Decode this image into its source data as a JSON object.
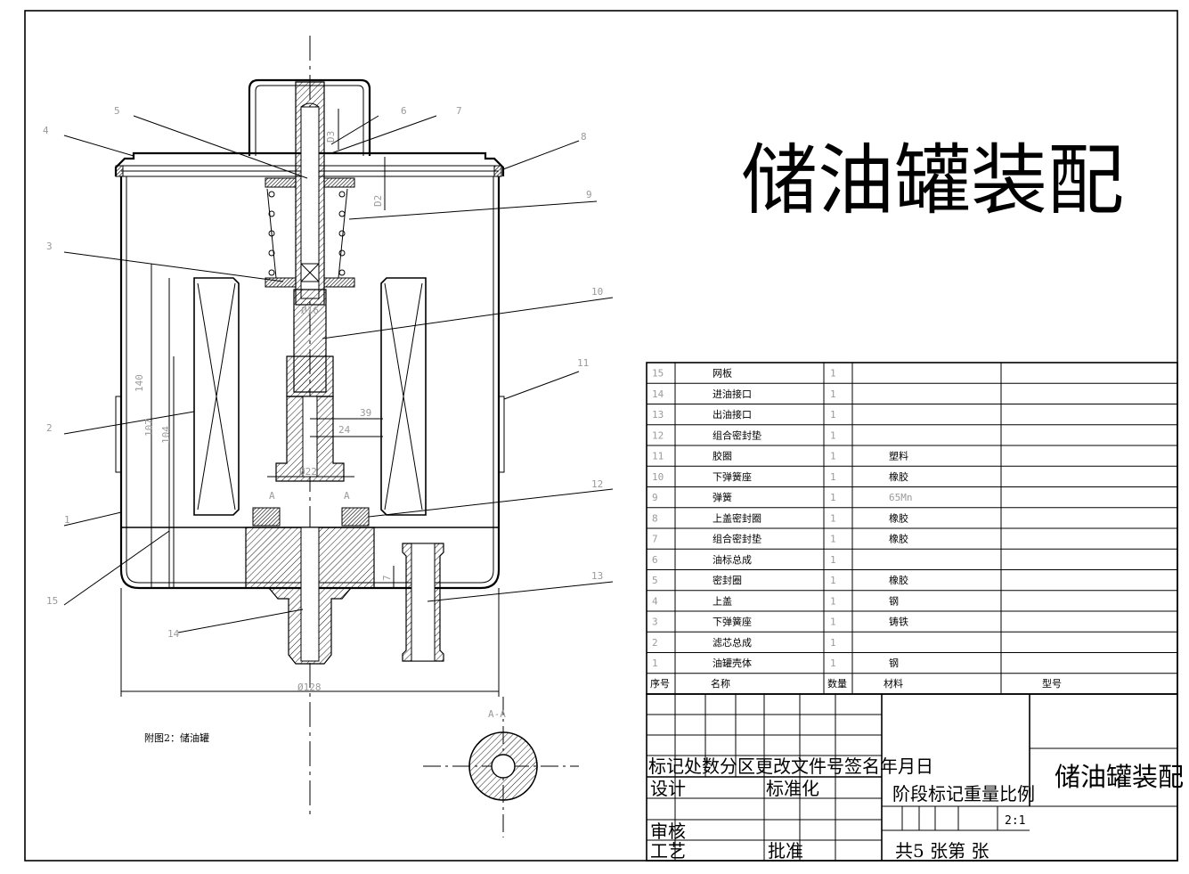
{
  "drawing": {
    "title": "储油罐装配",
    "caption": "附图2：储油罐",
    "section_label": "A-A",
    "section_markers": [
      "A",
      "A"
    ],
    "leaders": [
      "1",
      "2",
      "3",
      "4",
      "5",
      "6",
      "7",
      "8",
      "9",
      "10",
      "11",
      "12",
      "13",
      "14",
      "15"
    ],
    "dimensions": [
      "D3",
      "D2",
      "140",
      "104",
      "107",
      "39",
      "24",
      "Ø16",
      "Ø22",
      "Ø128",
      "7"
    ]
  },
  "bom": {
    "rows": [
      {
        "no": "15",
        "name": "网板",
        "qty": "1",
        "material": "",
        "type": ""
      },
      {
        "no": "14",
        "name": "进油接口",
        "qty": "1",
        "material": "",
        "type": ""
      },
      {
        "no": "13",
        "name": "出油接口",
        "qty": "1",
        "material": "",
        "type": ""
      },
      {
        "no": "12",
        "name": "组合密封垫",
        "qty": "1",
        "material": "",
        "type": ""
      },
      {
        "no": "11",
        "name": "胶圈",
        "qty": "1",
        "material": "塑料",
        "type": ""
      },
      {
        "no": "10",
        "name": "下弹簧座",
        "qty": "1",
        "material": "橡胶",
        "type": ""
      },
      {
        "no": "9",
        "name": "弹簧",
        "qty": "1",
        "material": "65Mn",
        "type": ""
      },
      {
        "no": "8",
        "name": "上盖密封圈",
        "qty": "1",
        "material": "橡胶",
        "type": ""
      },
      {
        "no": "7",
        "name": "组合密封垫",
        "qty": "1",
        "material": "橡胶",
        "type": ""
      },
      {
        "no": "6",
        "name": "油标总成",
        "qty": "1",
        "material": "",
        "type": ""
      },
      {
        "no": "5",
        "name": "密封圈",
        "qty": "1",
        "material": "橡胶",
        "type": ""
      },
      {
        "no": "4",
        "name": "上盖",
        "qty": "1",
        "material": "钢",
        "type": ""
      },
      {
        "no": "3",
        "name": "下弹簧座",
        "qty": "1",
        "material": "铸铁",
        "type": ""
      },
      {
        "no": "2",
        "name": "滤芯总成",
        "qty": "1",
        "material": "",
        "type": ""
      },
      {
        "no": "1",
        "name": "油罐壳体",
        "qty": "1",
        "material": "钢",
        "type": ""
      }
    ],
    "header": {
      "no": "序号",
      "name": "名称",
      "qty": "数量",
      "material": "材料",
      "type": "型号"
    }
  },
  "title_block": {
    "mark_row": "标记处数分区更改文件号签名年月日",
    "design": "设计",
    "standardize": "标准化",
    "stage_row": "阶段标记重量比例",
    "scale": "2:1",
    "review": "审核",
    "process": "工艺",
    "approve": "批准",
    "sheets": "共5 张第 张",
    "drawing_name": "储油罐装配"
  }
}
